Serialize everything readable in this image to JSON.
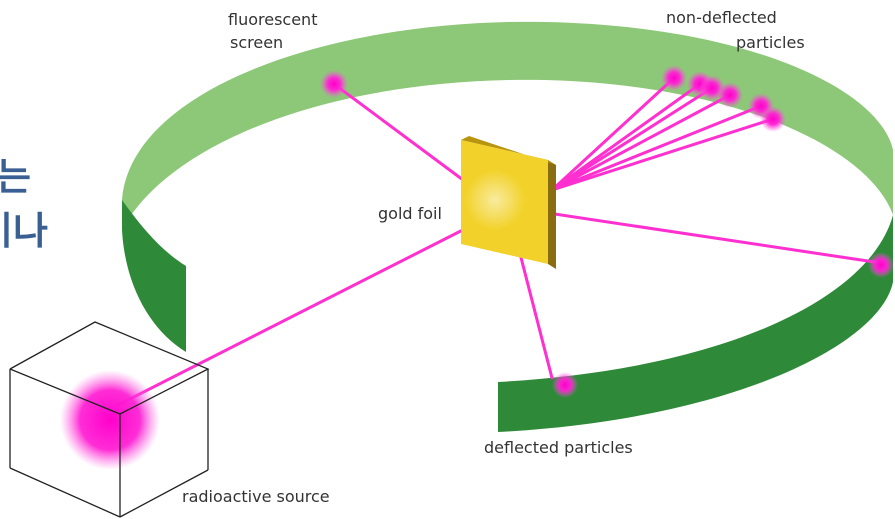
{
  "labels": {
    "fluorescent_screen_line1": "fluorescent",
    "fluorescent_screen_line2": "screen",
    "non_deflected_line1": "non-deflected",
    "non_deflected_line2": "particles",
    "gold_foil": "gold foil",
    "deflected_particles": "deflected particles",
    "radioactive_source": "radioactive source"
  },
  "cropped_heading": {
    "line1": "는",
    "line2": "이나"
  },
  "colors": {
    "screen_light": "#8cc877",
    "screen_dark": "#2e8a39",
    "beam": "#ff2fd0",
    "foil": "#f2d22a",
    "heading": "#3a5f93"
  }
}
